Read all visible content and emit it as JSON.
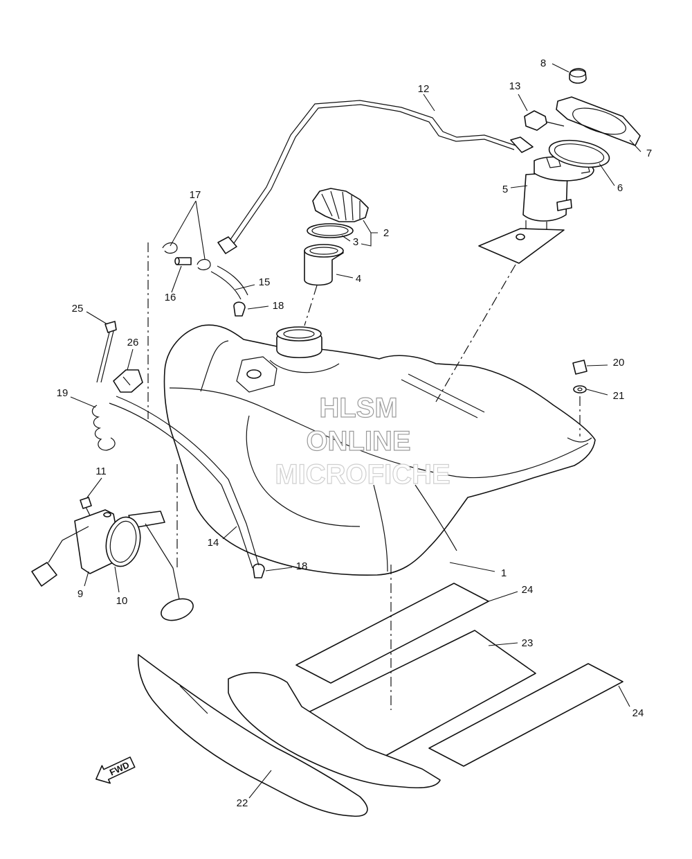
{
  "watermark": {
    "line1": "HLSM",
    "line2": "ONLINE",
    "line3": "MICROFICHE"
  },
  "direction_marker": {
    "label": "FWD",
    "icon": "arrow-left-icon"
  },
  "callouts": [
    {
      "id": "c1",
      "text": "1"
    },
    {
      "id": "c2",
      "text": "2"
    },
    {
      "id": "c3",
      "text": "3"
    },
    {
      "id": "c4",
      "text": "4"
    },
    {
      "id": "c5",
      "text": "5"
    },
    {
      "id": "c6",
      "text": "6"
    },
    {
      "id": "c7",
      "text": "7"
    },
    {
      "id": "c8",
      "text": "8"
    },
    {
      "id": "c9",
      "text": "9"
    },
    {
      "id": "c10",
      "text": "10"
    },
    {
      "id": "c11",
      "text": "11"
    },
    {
      "id": "c12",
      "text": "12"
    },
    {
      "id": "c13",
      "text": "13"
    },
    {
      "id": "c14",
      "text": "14"
    },
    {
      "id": "c15",
      "text": "15"
    },
    {
      "id": "c16",
      "text": "16"
    },
    {
      "id": "c17",
      "text": "17"
    },
    {
      "id": "c18a",
      "text": "18"
    },
    {
      "id": "c18b",
      "text": "18"
    },
    {
      "id": "c19",
      "text": "19"
    },
    {
      "id": "c20",
      "text": "20"
    },
    {
      "id": "c21",
      "text": "21"
    },
    {
      "id": "c22",
      "text": "22"
    },
    {
      "id": "c23",
      "text": "23"
    },
    {
      "id": "c24a",
      "text": "24"
    },
    {
      "id": "c24b",
      "text": "24"
    },
    {
      "id": "c25",
      "text": "25"
    },
    {
      "id": "c26",
      "text": "26"
    }
  ]
}
